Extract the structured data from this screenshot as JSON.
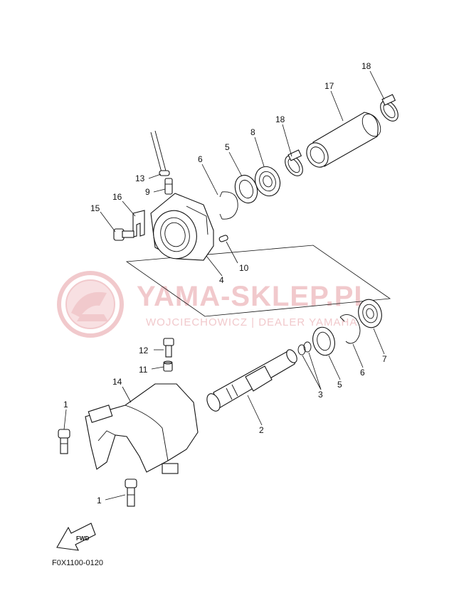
{
  "watermark": {
    "title": "YAMA-SKLEP.PL",
    "subtitle": "WOJCIECHOWICZ | DEALER YAMAHA",
    "color": "#f1c9cc"
  },
  "figure_code": "F0X1100-0120",
  "fwd_label": "FWD",
  "callouts": {
    "c1a": "1",
    "c1b": "1",
    "c2": "2",
    "c3": "3",
    "c4": "4",
    "c5a": "5",
    "c5b": "5",
    "c6a": "6",
    "c6b": "6",
    "c7": "7",
    "c8": "8",
    "c9": "9",
    "c10": "10",
    "c11": "11",
    "c12": "12",
    "c13": "13",
    "c14": "14",
    "c15": "15",
    "c16": "16",
    "c17": "17",
    "c18a": "18",
    "c18b": "18"
  }
}
